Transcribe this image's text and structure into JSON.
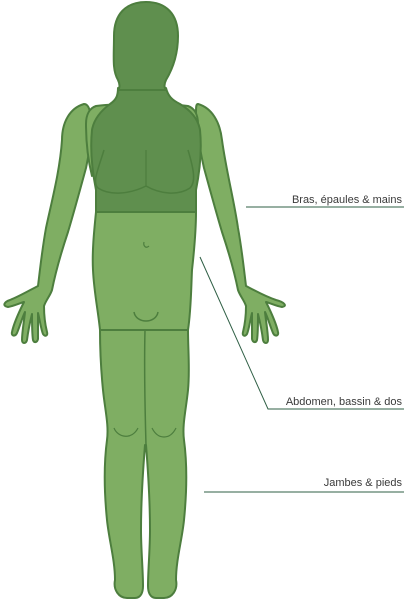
{
  "labels": {
    "arms": "Bras, épaules & mains",
    "abdomen": "Abdomen, bassin & dos",
    "legs": "Jambes & pieds"
  },
  "colors": {
    "outline": "#4d7e3e",
    "dark_green": "#5f8f4e",
    "light_green": "#7fae63",
    "leader_line": "#2f5f45"
  }
}
